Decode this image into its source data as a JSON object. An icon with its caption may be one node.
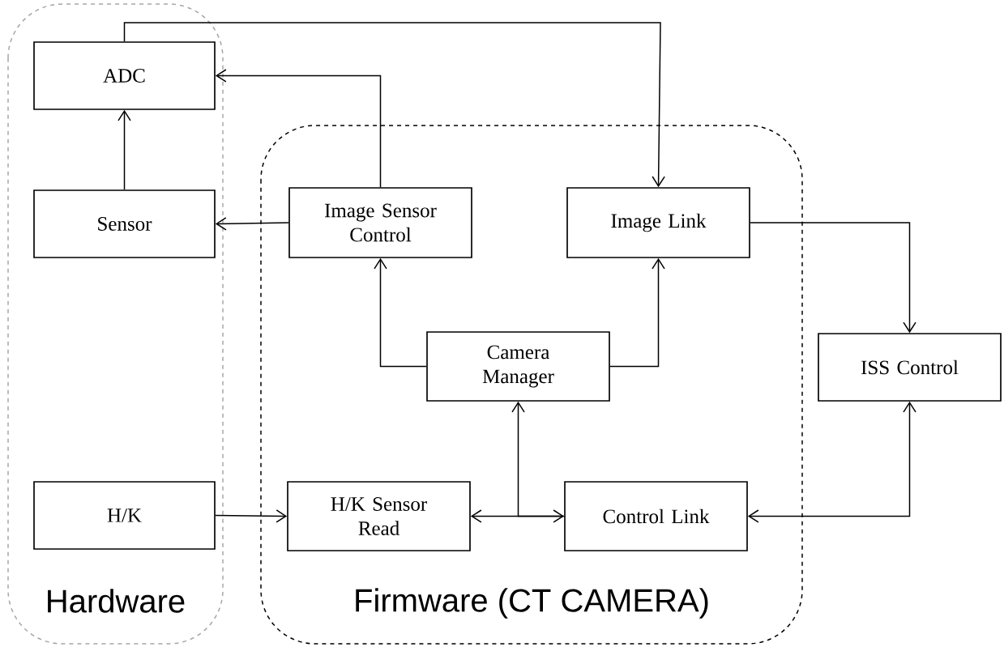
{
  "diagram": {
    "nodes": [
      {
        "text": [
          "Hardware"
        ]
      },
      {
        "text": [
          "ADC"
        ],
        "in": 0
      },
      {
        "text": [
          "Sensor"
        ],
        "in": 0
      },
      {
        "text": [
          "H/K"
        ],
        "in": 0
      },
      {
        "text": [
          "Firmware (CT CAMERA)"
        ]
      },
      {
        "text": [
          "Image Sensor Control"
        ],
        "in": 4
      },
      {
        "text": [
          "Image Link"
        ],
        "in": 4
      },
      {
        "text": [
          "Camera Manager"
        ],
        "in": 4
      },
      {
        "text": [
          "H/K Sensor Read"
        ],
        "in": 4
      },
      {
        "text": [
          "Control Link"
        ],
        "in": 4
      },
      {
        "text": [
          "ISS Control"
        ]
      }
    ],
    "edges": [
      {
        "from": 1,
        "to": 6,
        "arrow": "to"
      },
      {
        "from": 5,
        "to": 1,
        "arrow": "to"
      },
      {
        "from": 2,
        "to": 1,
        "arrow": "to"
      },
      {
        "from": 5,
        "to": 2,
        "arrow": "to"
      },
      {
        "from": 7,
        "to": 5,
        "arrow": "to"
      },
      {
        "from": 7,
        "to": 6,
        "arrow": "to"
      },
      {
        "from": 6,
        "to": 10,
        "arrow": "to"
      },
      {
        "from": 3,
        "to": 8,
        "arrow": "to"
      },
      {
        "from": 8,
        "to": 9,
        "arrow": "both"
      },
      {
        "from": 9,
        "to": 7,
        "arrow": "to"
      },
      {
        "from": 9,
        "to": 10,
        "arrow": "both"
      }
    ]
  }
}
